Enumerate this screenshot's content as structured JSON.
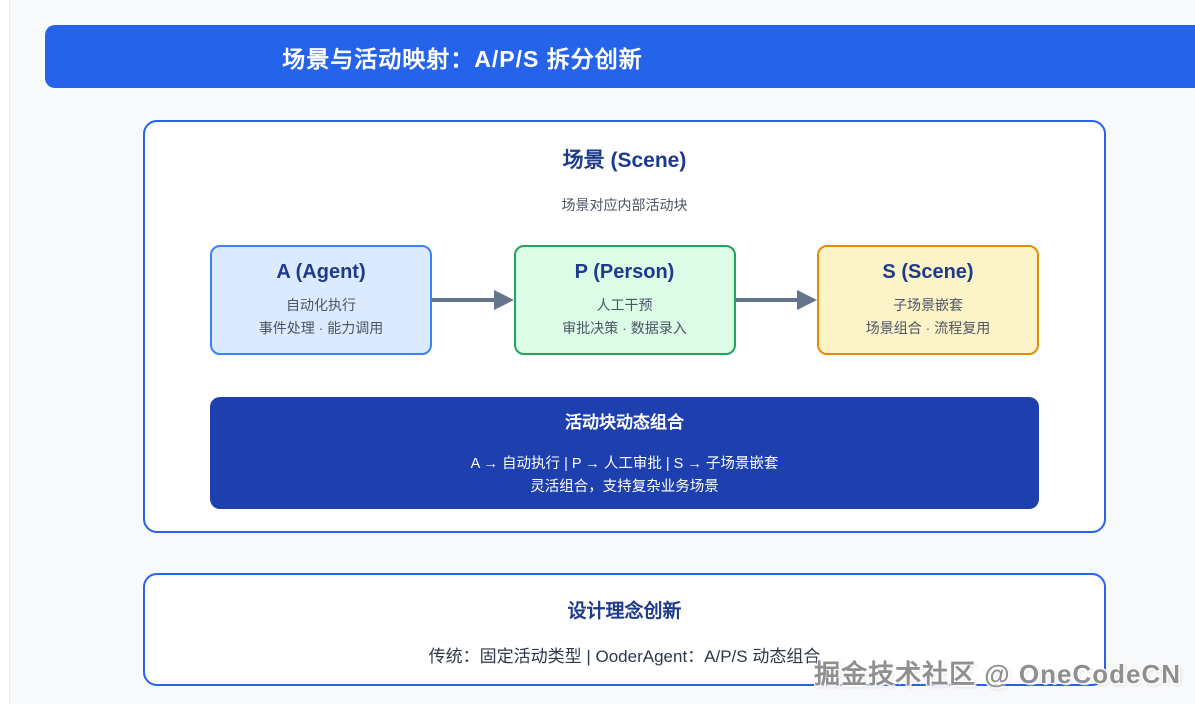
{
  "banner": {
    "title": "场景与活动映射：A/P/S 拆分创新"
  },
  "scene_panel": {
    "title": "场景 (Scene)",
    "subtitle": "场景对应内部活动块",
    "cards": [
      {
        "id": "agent",
        "title": "A (Agent)",
        "line1": "自动化执行",
        "line2": "事件处理 · 能力调用",
        "bg": "#dbeafe",
        "border": "#3b82f6"
      },
      {
        "id": "person",
        "title": "P (Person)",
        "line1": "人工干预",
        "line2": "审批决策 · 数据录入",
        "bg": "#dcfce7",
        "border": "#21a35f"
      },
      {
        "id": "scene",
        "title": "S (Scene)",
        "line1": "子场景嵌套",
        "line2": "场景组合 · 流程复用",
        "bg": "#fdf3c9",
        "border": "#e08e0b"
      }
    ],
    "combo": {
      "title": "活动块动态组合",
      "line1": "A → 自动执行 | P → 人工审批 | S → 子场景嵌套",
      "line2": "灵活组合，支持复杂业务场景"
    }
  },
  "design_panel": {
    "title": "设计理念创新",
    "text": "传统：固定活动类型 | OoderAgent：A/P/S 动态组合"
  },
  "watermark": "掘金技术社区 @ OneCodeCN",
  "colors": {
    "banner_bg": "#2563eb",
    "panel_border": "#2563eb",
    "panel_bg": "#ffffff",
    "page_bg": "#f8f9fb",
    "combo_bg": "#1e40af",
    "arrow": "#64748b",
    "title_text": "#1e3a8a",
    "body_text": "#4b5563",
    "watermark_text": "#8f8f8f"
  }
}
